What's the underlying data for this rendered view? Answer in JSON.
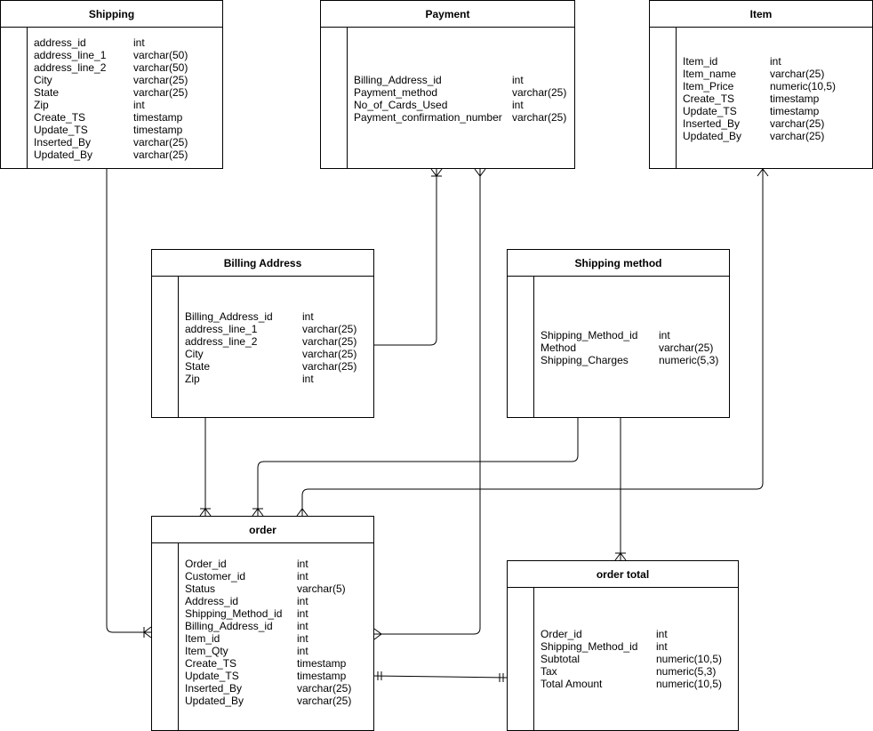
{
  "entities": {
    "shipping": {
      "title": "Shipping",
      "fields": [
        {
          "name": "address_id",
          "type": "int"
        },
        {
          "name": "address_line_1",
          "type": "varchar(50)"
        },
        {
          "name": "address_line_2",
          "type": "varchar(50)"
        },
        {
          "name": "City",
          "type": "varchar(25)"
        },
        {
          "name": "State",
          "type": "varchar(25)"
        },
        {
          "name": "Zip",
          "type": "int"
        },
        {
          "name": "Create_TS",
          "type": "timestamp"
        },
        {
          "name": "Update_TS",
          "type": "timestamp"
        },
        {
          "name": "Inserted_By",
          "type": "varchar(25)"
        },
        {
          "name": "Updated_By",
          "type": "varchar(25)"
        }
      ]
    },
    "payment": {
      "title": "Payment",
      "fields": [
        {
          "name": "Billing_Address_id",
          "type": "int"
        },
        {
          "name": "Payment_method",
          "type": "varchar(25)"
        },
        {
          "name": "No_of_Cards_Used",
          "type": "int"
        },
        {
          "name": "Payment_confirmation_number",
          "type": "varchar(25)"
        }
      ]
    },
    "item": {
      "title": "Item",
      "fields": [
        {
          "name": "Item_id",
          "type": "int"
        },
        {
          "name": "Item_name",
          "type": "varchar(25)"
        },
        {
          "name": "Item_Price",
          "type": "numeric(10,5)"
        },
        {
          "name": "Create_TS",
          "type": "timestamp"
        },
        {
          "name": "Update_TS",
          "type": "timestamp"
        },
        {
          "name": "Inserted_By",
          "type": "varchar(25)"
        },
        {
          "name": "Updated_By",
          "type": "varchar(25)"
        }
      ]
    },
    "billing_address": {
      "title": "Billing Address",
      "fields": [
        {
          "name": "Billing_Address_id",
          "type": "int"
        },
        {
          "name": "address_line_1",
          "type": "varchar(25)"
        },
        {
          "name": "address_line_2",
          "type": "varchar(25)"
        },
        {
          "name": "City",
          "type": "varchar(25)"
        },
        {
          "name": "State",
          "type": "varchar(25)"
        },
        {
          "name": "Zip",
          "type": "int"
        }
      ]
    },
    "shipping_method": {
      "title": "Shipping method",
      "fields": [
        {
          "name": "Shipping_Method_id",
          "type": "int"
        },
        {
          "name": "Method",
          "type": "varchar(25)"
        },
        {
          "name": "Shipping_Charges",
          "type": "numeric(5,3)"
        }
      ]
    },
    "order": {
      "title": "order",
      "fields": [
        {
          "name": "Order_id",
          "type": "int"
        },
        {
          "name": "Customer_id",
          "type": "int"
        },
        {
          "name": "Status",
          "type": "varchar(5)"
        },
        {
          "name": "Address_id",
          "type": "int"
        },
        {
          "name": "Shipping_Method_id",
          "type": "int"
        },
        {
          "name": "Billing_Address_id",
          "type": "int"
        },
        {
          "name": "Item_id",
          "type": "int"
        },
        {
          "name": "Item_Qty",
          "type": "int"
        },
        {
          "name": "Create_TS",
          "type": "timestamp"
        },
        {
          "name": "Update_TS",
          "type": "timestamp"
        },
        {
          "name": "Inserted_By",
          "type": "varchar(25)"
        },
        {
          "name": "Updated_By",
          "type": "varchar(25)"
        }
      ]
    },
    "order_total": {
      "title": "order total",
      "fields": [
        {
          "name": "Order_id",
          "type": "int"
        },
        {
          "name": "Shipping_Method_id",
          "type": "int"
        },
        {
          "name": "Subtotal",
          "type": "numeric(10,5)"
        },
        {
          "name": "Tax",
          "type": "numeric(5,3)"
        },
        {
          "name": "Total Amount",
          "type": "numeric(10,5)"
        }
      ]
    }
  },
  "relationships": [
    {
      "from": "shipping",
      "to": "order",
      "from_end": "none",
      "to_end": "one-or-many"
    },
    {
      "from": "payment",
      "to": "billing_address",
      "from_end": "one-or-many",
      "to_end": "none"
    },
    {
      "from": "payment",
      "to": "order",
      "from_end": "many",
      "to_end": "many"
    },
    {
      "from": "item",
      "to": "order",
      "from_end": "arrow",
      "to_end": "none"
    },
    {
      "from": "billing_address",
      "to": "order",
      "from_end": "none",
      "to_end": "one-or-many"
    },
    {
      "from": "shipping_method",
      "to": "order",
      "from_end": "none",
      "to_end": "one-or-many"
    },
    {
      "from": "shipping_method",
      "to": "order_total",
      "from_end": "none",
      "to_end": "one-or-many"
    },
    {
      "from": "order",
      "to": "order_total",
      "from_end": "one",
      "to_end": "one"
    }
  ],
  "colors": {
    "line": "#000000",
    "background": "#ffffff"
  }
}
